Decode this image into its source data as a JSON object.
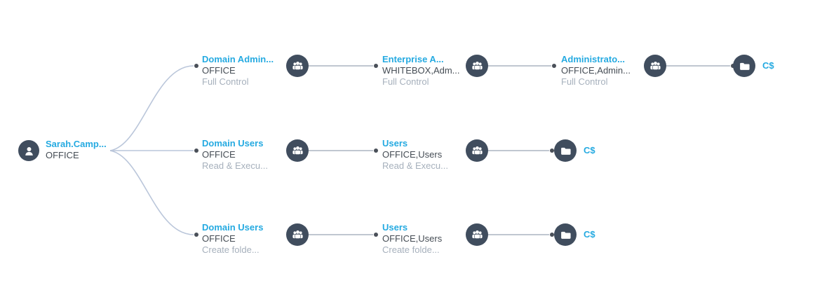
{
  "diagram": {
    "type": "access-path-graph",
    "root": {
      "title": "Sarah.Camp...",
      "domain": "OFFICE"
    },
    "rows": [
      {
        "nodes": [
          {
            "title": "Domain Admin...",
            "scope": "OFFICE",
            "permission": "Full Control"
          },
          {
            "title": "Enterprise A...",
            "scope": "WHITEBOX,Adm...",
            "permission": "Full Control"
          },
          {
            "title": "Administrato...",
            "scope": "OFFICE,Admin...",
            "permission": "Full Control"
          }
        ],
        "share": "C$"
      },
      {
        "nodes": [
          {
            "title": "Domain Users",
            "scope": "OFFICE",
            "permission": "Read & Execu..."
          },
          {
            "title": "Users",
            "scope": "OFFICE,Users",
            "permission": "Read & Execu..."
          }
        ],
        "share": "C$"
      },
      {
        "nodes": [
          {
            "title": "Domain Users",
            "scope": "OFFICE",
            "permission": "Create folde..."
          },
          {
            "title": "Users",
            "scope": "OFFICE,Users",
            "permission": "Create folde..."
          }
        ],
        "share": "C$"
      }
    ],
    "icons": {
      "root": "user-icon",
      "node": "group-icon",
      "target": "folder-icon"
    },
    "colors": {
      "accent_blue": "#25aae1",
      "node_circle": "#404d5e",
      "text_primary": "#454c54",
      "text_muted": "#a6b0bc",
      "edge_curve": "#bac6da",
      "edge_line": "#b7bfca",
      "edge_dot": "#4a5059",
      "background": "#ffffff"
    }
  }
}
